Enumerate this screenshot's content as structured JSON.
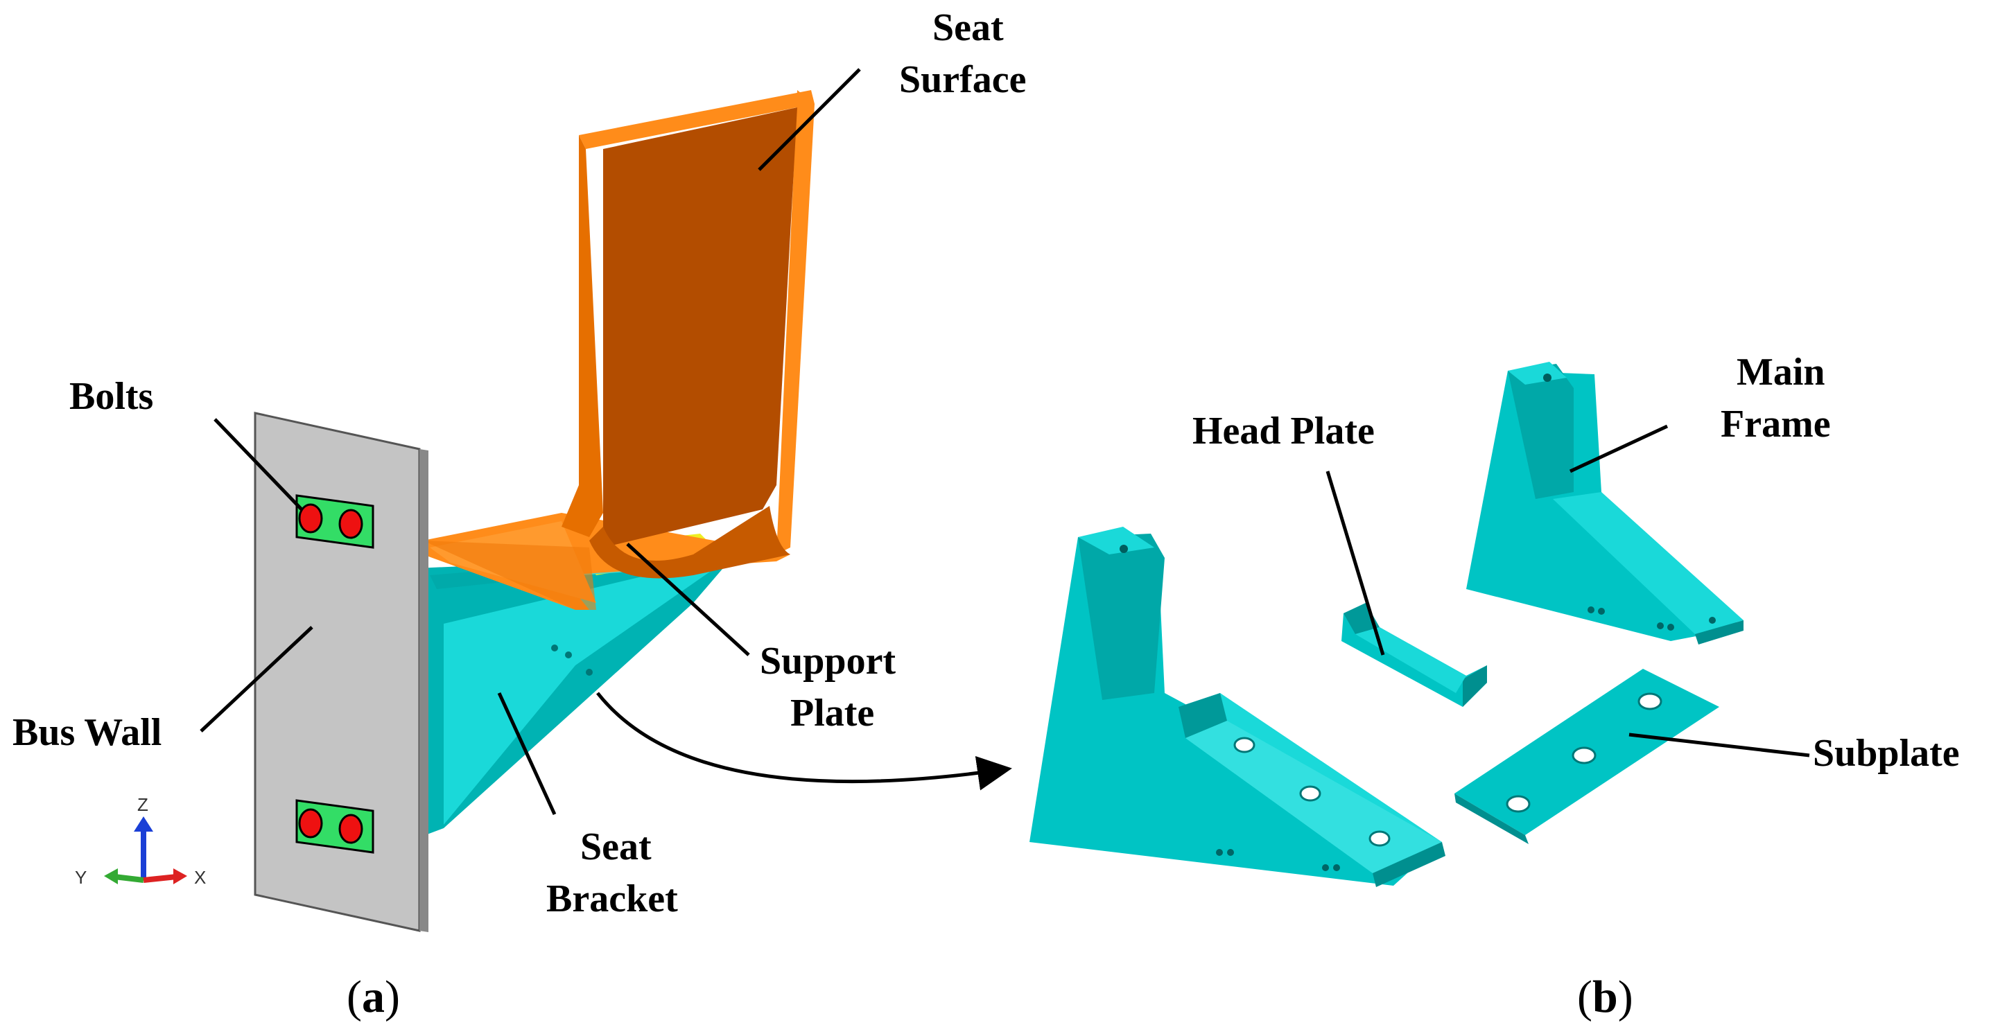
{
  "labels": {
    "seat_surface_1": "Seat",
    "seat_surface_2": "Surface",
    "bolts": "Bolts",
    "bus_wall": "Bus Wall",
    "support_plate_1": "Support",
    "support_plate_2": "Plate",
    "seat_bracket_1": "Seat",
    "seat_bracket_2": "Bracket",
    "head_plate": "Head Plate",
    "main_frame_1": "Main",
    "main_frame_2": "Frame",
    "subplate": "Subplate"
  },
  "panels": {
    "a_open": "(",
    "a_letter": "a",
    "a_close": ")",
    "b_open": "(",
    "b_letter": "b",
    "b_close": ")"
  },
  "axes": {
    "z": "Z",
    "y": "Y",
    "x": "X"
  },
  "colors": {
    "orange_face": "#b34d00",
    "orange_light": "#ff8c1a",
    "orange_mid": "#e66f00",
    "cyan": "#00cccc",
    "cyan_light": "#1ad9d9",
    "cyan_dark": "#008f8f",
    "wall": "#c4c4c4",
    "bolt_pad": "#33dd66",
    "bolt": "#ee1111",
    "support": "#eeee22"
  }
}
